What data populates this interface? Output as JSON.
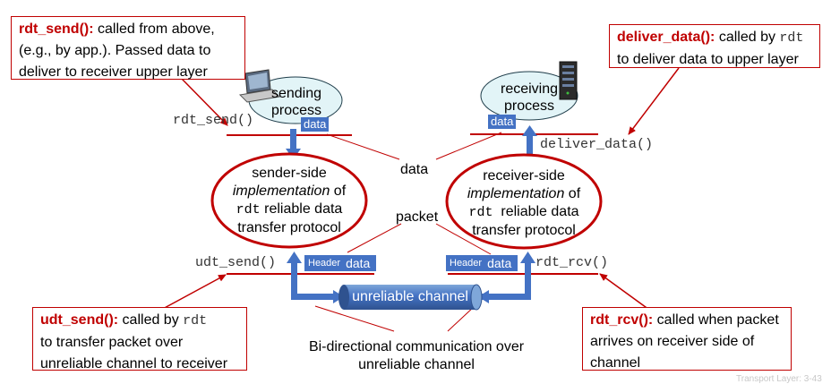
{
  "callouts": {
    "rdt_send": {
      "kw": "rdt_send():",
      "line1_rest": " called from above,",
      "line2": "(e.g., by app.). Passed data to",
      "line3": "deliver to receiver upper layer"
    },
    "deliver_data": {
      "kw": "deliver_data():",
      "line1_mid": " called by ",
      "line1_code": "rdt",
      "line2": "to deliver data to upper layer"
    },
    "udt_send": {
      "kw": "udt_send():",
      "line1_mid": " called by ",
      "line1_code": "rdt",
      "line2": "to transfer packet over",
      "line3": "unreliable channel to receiver"
    },
    "rdt_rcv": {
      "kw": "rdt_rcv():",
      "line1_rest": " called when packet",
      "line2": "arrives on receiver side of",
      "line3": "channel"
    }
  },
  "labels": {
    "rdt_send_fn": "rdt_send()",
    "deliver_data_fn": "deliver_data()",
    "udt_send_fn": "udt_send()",
    "rdt_rcv_fn": "rdt_rcv()",
    "data": "data",
    "packet": "packet",
    "bidir_line1": "Bi-directional communication over",
    "bidir_line2": "unreliable channel"
  },
  "sending_process": {
    "line1": "sending",
    "line2": "process",
    "tag": "data"
  },
  "receiving_process": {
    "line1": "receiving",
    "line2": "process",
    "tag": "data"
  },
  "sender_impl": {
    "line1": "sender-side",
    "line2_italic": "implementation",
    "line2_rest": " of",
    "line3_code": "rdt",
    "line3_rest": " reliable data",
    "line4": "transfer protocol"
  },
  "receiver_impl": {
    "line1": "receiver-side",
    "line2_italic": "implementation",
    "line2_rest": " of",
    "line3_code": "rdt",
    "line3_rest": "  reliable data",
    "line4": "transfer protocol"
  },
  "packets": {
    "sender": {
      "header": "Header",
      "data": "data"
    },
    "receiver": {
      "header": "Header",
      "data": "data"
    }
  },
  "channel": {
    "label": "unreliable channel"
  },
  "footer": "Transport Layer: 3-43",
  "colors": {
    "accent_red": "#c00000",
    "blue": "#4472c4",
    "process_fill": "#e2f4f7"
  },
  "icons": {
    "sender_device": "laptop-computer-icon",
    "receiver_device": "server-rack-icon"
  }
}
